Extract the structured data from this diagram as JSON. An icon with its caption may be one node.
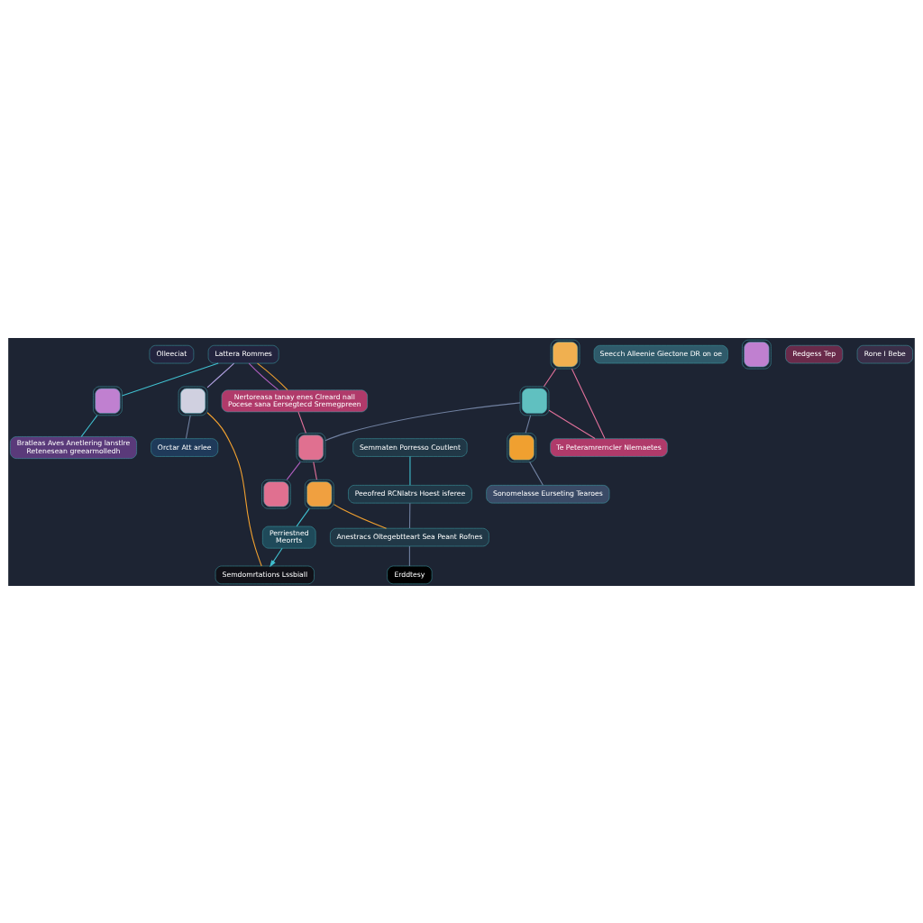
{
  "diagram": {
    "nodes": [
      {
        "text": [
          "Olleeciat"
        ]
      },
      {
        "text": [
          "Lattera Rommes"
        ]
      },
      {
        "text": [
          "Nertoreasa tanay enes Clreard nall",
          "Pocese sana Eersegtecd Sremegpreen"
        ]
      },
      {
        "text": [],
        "shape": "picture"
      },
      {
        "text": [
          "Te Peteramrerncler Nlemaetes"
        ]
      },
      {
        "text": [],
        "shape": "picture"
      },
      {
        "text": [],
        "shape": "picture"
      },
      {
        "text": [
          "Sonomelasse Eurseting Tearoes"
        ]
      },
      {
        "text": [
          "Seecch Alleenie Giectone DR on oe"
        ]
      },
      {
        "text": [],
        "shape": "picture"
      },
      {
        "text": [],
        "shape": "picture"
      },
      {
        "text": [],
        "shape": "picture"
      },
      {
        "text": [
          "Orctar Att arlee"
        ]
      },
      {
        "text": [],
        "shape": "picture"
      },
      {
        "text": [
          "Bratleas Aves Anetlering lanstlre",
          "Retenesean greearmolledh"
        ]
      },
      {
        "text": [
          "Semmaten Porresso Coutlent"
        ]
      },
      {
        "text": [],
        "shape": "picture"
      },
      {
        "text": [
          "Semdomrtations Lssbiall"
        ]
      },
      {
        "text": [
          "Peeofred RCNlatrs Hoest isferee"
        ]
      },
      {
        "text": [
          "Anestracs Oltegebtteart Sea Peant Rofnes"
        ]
      },
      {
        "text": [
          "Redgess Tep"
        ]
      },
      {
        "text": [
          "Rone I Bebe"
        ]
      },
      {
        "text": [
          "Perriestned",
          "Meorrts"
        ]
      },
      {
        "text": [
          "Erddtesy"
        ]
      },
      {
        "text": [],
        "shape": "picture"
      }
    ],
    "edges": [
      {
        "from": 1,
        "to": 2,
        "arrow": "none",
        "color": "#b05fc0"
      },
      {
        "from": 1,
        "to": 2,
        "arrow": "none",
        "color": "#f0a030"
      },
      {
        "from": 1,
        "to": 10,
        "arrow": "none",
        "color": "#b0a0e0"
      },
      {
        "from": 3,
        "to": 4,
        "arrow": "none",
        "color": "#e0709a"
      },
      {
        "from": 3,
        "to": 5,
        "arrow": "none",
        "color": "#e0709a"
      },
      {
        "from": 5,
        "to": 4,
        "arrow": "none",
        "color": "#e0709a"
      },
      {
        "from": 5,
        "to": 6,
        "arrow": "none"
      },
      {
        "from": 2,
        "to": 9,
        "arrow": "none",
        "color": "#e0709a"
      },
      {
        "from": 5,
        "to": 9,
        "arrow": "none"
      },
      {
        "from": 9,
        "to": 11,
        "arrow": "none",
        "color": "#e0709a"
      },
      {
        "from": 10,
        "to": 12,
        "arrow": "none"
      },
      {
        "from": 1,
        "to": 13,
        "arrow": "none",
        "color": "#40c0d0"
      },
      {
        "from": 13,
        "to": 14,
        "arrow": "none",
        "color": "#40c0d0"
      },
      {
        "from": 10,
        "to": 17,
        "arrow": "none",
        "color": "#f0a030"
      },
      {
        "from": 11,
        "to": 19,
        "arrow": "none",
        "color": "#f0a030"
      },
      {
        "from": 9,
        "to": 24,
        "arrow": "none",
        "color": "#b05fc0"
      },
      {
        "from": 11,
        "to": 22,
        "arrow": "none",
        "color": "#40c0d0"
      },
      {
        "from": 22,
        "to": 17,
        "arrow": "to",
        "color": "#40c0d0"
      },
      {
        "from": 18,
        "to": 19,
        "arrow": "none"
      },
      {
        "from": 15,
        "to": 18,
        "arrow": "none",
        "color": "#40c0d0"
      },
      {
        "from": 19,
        "to": 23,
        "arrow": "none"
      },
      {
        "from": 6,
        "to": 7,
        "arrow": "none"
      }
    ]
  }
}
